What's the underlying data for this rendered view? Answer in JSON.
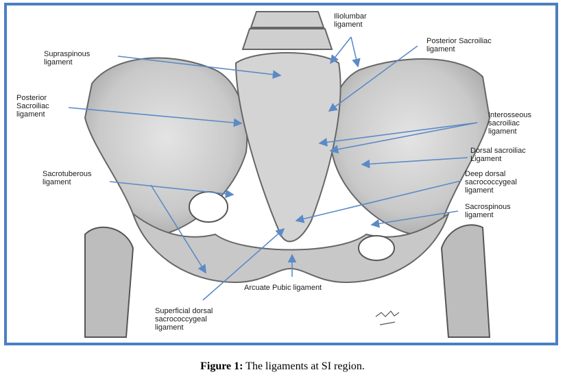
{
  "figure": {
    "caption_label": "Figure 1:",
    "caption_text": " The ligaments at SI region."
  },
  "labels": {
    "iliolumbar": "Iliolumbar\nligament",
    "supraspinous": "Supraspinous\nligament",
    "posterior_sacroiliac_left": "Posterior\nSacroiliac\nligament",
    "posterior_sacroiliac_right": "Posterior Sacroiliac\nligament",
    "interosseous": "Interosseous\nsacroiliac\nligament",
    "dorsal_sacroiliac": "Dorsal sacroiliac\nLigament",
    "sacrotuberous": "Sacrotuberous\nligament",
    "deep_dorsal": "Deep dorsal\nsacrococcygeal\nligament",
    "sacrospinous": "Sacrospinous\nligament",
    "arcuate_pubic": "Arcuate Pubic ligament",
    "superficial_dorsal": "Superficial dorsal\nsacrococcygeal\nligament"
  },
  "colors": {
    "frame": "#4a7fc1",
    "leader": "#5b8ac6"
  }
}
